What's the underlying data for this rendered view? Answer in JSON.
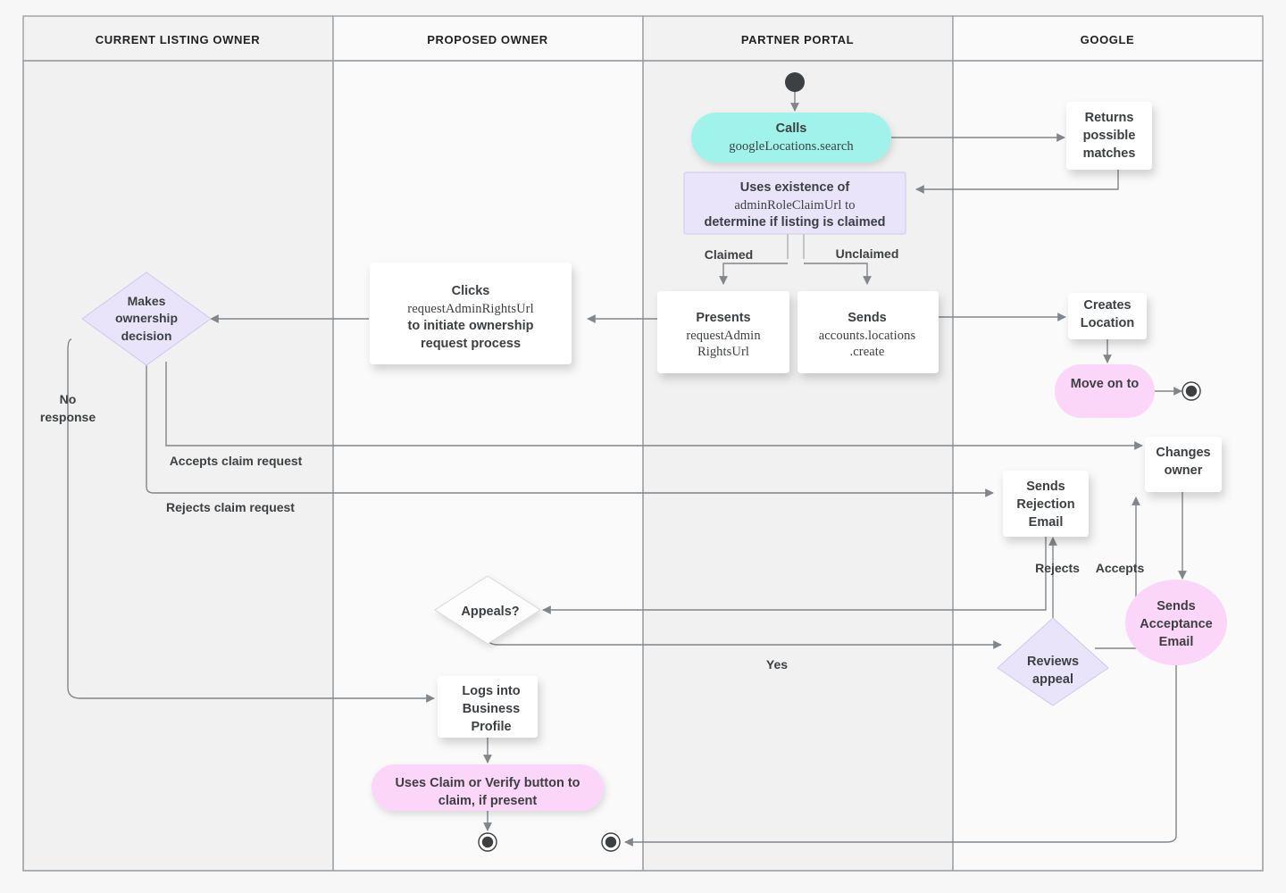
{
  "diagram": {
    "type": "swimlane-flowchart",
    "title": "Business listing ownership transfer flow",
    "background_color": "#f7f7f7",
    "palette": {
      "cyan": "#9ff3ea",
      "lavender": "#e9e4fa",
      "pink": "#fbd6f9",
      "white": "#ffffff",
      "edge": "#80868b",
      "text": "#3c4043"
    }
  },
  "lanes": [
    {
      "id": "current-listing-owner",
      "label": "CURRENT LISTING OWNER"
    },
    {
      "id": "proposed-owner",
      "label": "PROPOSED OWNER"
    },
    {
      "id": "partner-portal",
      "label": "PARTNER PORTAL"
    },
    {
      "id": "google",
      "label": "GOOGLE"
    }
  ],
  "nodes": {
    "start": {
      "shape": "start-node",
      "lane": "partner-portal",
      "label": ""
    },
    "calls_search": {
      "shape": "rounded-pill",
      "color": "cyan",
      "lane": "partner-portal",
      "line1": "Calls",
      "line2": "googleLocations.search"
    },
    "returns_matches": {
      "shape": "rect",
      "color": "white",
      "lane": "google",
      "line1": "Returns",
      "line2": "possible",
      "line3": "matches"
    },
    "uses_existence": {
      "shape": "rect",
      "color": "lavender",
      "lane": "partner-portal",
      "line1": "Uses existence of",
      "line2": "adminRoleClaimUrl to",
      "line3": "determine if listing is claimed"
    },
    "presents_url": {
      "shape": "rect",
      "color": "white",
      "lane": "partner-portal",
      "line1": "Presents",
      "line2": "requestAdmin",
      "line3": "RightsUrl"
    },
    "sends_create": {
      "shape": "rect",
      "color": "white",
      "lane": "partner-portal",
      "line1": "Sends",
      "line2": "accounts.locations",
      "line3": ".create"
    },
    "creates_location": {
      "shape": "rect",
      "color": "white",
      "lane": "google",
      "line1": "Creates",
      "line2": "Location"
    },
    "move_on_to": {
      "shape": "rounded-pill",
      "color": "pink",
      "lane": "google",
      "line1": "Move on to"
    },
    "clicks_url": {
      "shape": "rect",
      "color": "white",
      "lane": "proposed-owner",
      "line1": "Clicks",
      "line2": "requestAdminRightsUrl",
      "line3": "to initiate ownership",
      "line4": "request process"
    },
    "makes_decision": {
      "shape": "diamond",
      "color": "lavender",
      "lane": "current-listing-owner",
      "line1": "Makes",
      "line2": "ownership",
      "line3": "decision"
    },
    "changes_owner": {
      "shape": "rect",
      "color": "white",
      "lane": "google",
      "line1": "Changes",
      "line2": "owner"
    },
    "sends_rejection": {
      "shape": "rect",
      "color": "white",
      "lane": "google",
      "line1": "Sends",
      "line2": "Rejection",
      "line3": "Email"
    },
    "sends_acceptance": {
      "shape": "rounded-pill",
      "color": "pink",
      "lane": "google",
      "line1": "Sends",
      "line2": "Acceptance",
      "line3": "Email"
    },
    "appeals": {
      "shape": "diamond",
      "color": "white",
      "lane": "proposed-owner",
      "line1": "Appeals?"
    },
    "reviews_appeal": {
      "shape": "diamond",
      "color": "lavender",
      "lane": "google",
      "line1": "Reviews",
      "line2": "appeal"
    },
    "logs_in": {
      "shape": "rect",
      "color": "white",
      "lane": "proposed-owner",
      "line1": "Logs into",
      "line2": "Business",
      "line3": "Profile"
    },
    "uses_claim_button": {
      "shape": "rounded-pill",
      "color": "pink",
      "lane": "proposed-owner",
      "line1": "Uses Claim or Verify button to",
      "line2": "claim, if present"
    },
    "end_google": {
      "shape": "end-node",
      "lane": "google",
      "label": ""
    },
    "end_proposed": {
      "shape": "end-node",
      "lane": "proposed-owner",
      "label": ""
    },
    "end_partner": {
      "shape": "end-node",
      "lane": "partner-portal",
      "label": ""
    }
  },
  "edge_labels": {
    "claimed": "Claimed",
    "unclaimed": "Unclaimed",
    "no_response_l1": "No",
    "no_response_l2": "response",
    "accepts_claim": "Accepts claim request",
    "rejects_claim": "Rejects claim request",
    "rejects": "Rejects",
    "accepts": "Accepts",
    "yes": "Yes"
  },
  "edges": [
    {
      "from": "start",
      "to": "calls_search"
    },
    {
      "from": "calls_search",
      "to": "returns_matches"
    },
    {
      "from": "returns_matches",
      "to": "uses_existence"
    },
    {
      "from": "uses_existence",
      "to": "presents_url",
      "label": "Claimed"
    },
    {
      "from": "uses_existence",
      "to": "sends_create",
      "label": "Unclaimed"
    },
    {
      "from": "sends_create",
      "to": "creates_location"
    },
    {
      "from": "creates_location",
      "to": "move_on_to"
    },
    {
      "from": "move_on_to",
      "to": "end_google"
    },
    {
      "from": "presents_url",
      "to": "clicks_url"
    },
    {
      "from": "clicks_url",
      "to": "makes_decision"
    },
    {
      "from": "makes_decision",
      "to": "changes_owner",
      "label": "Accepts claim request"
    },
    {
      "from": "makes_decision",
      "to": "sends_rejection",
      "label": "Rejects claim request"
    },
    {
      "from": "makes_decision",
      "to": "logs_in",
      "label": "No response"
    },
    {
      "from": "sends_rejection",
      "to": "appeals"
    },
    {
      "from": "appeals",
      "to": "reviews_appeal",
      "label": "Yes"
    },
    {
      "from": "reviews_appeal",
      "to": "sends_rejection",
      "label": "Rejects"
    },
    {
      "from": "reviews_appeal",
      "to": "changes_owner",
      "label": "Accepts"
    },
    {
      "from": "changes_owner",
      "to": "sends_acceptance"
    },
    {
      "from": "sends_acceptance",
      "to": "end_partner"
    },
    {
      "from": "logs_in",
      "to": "uses_claim_button"
    },
    {
      "from": "uses_claim_button",
      "to": "end_proposed"
    }
  ]
}
